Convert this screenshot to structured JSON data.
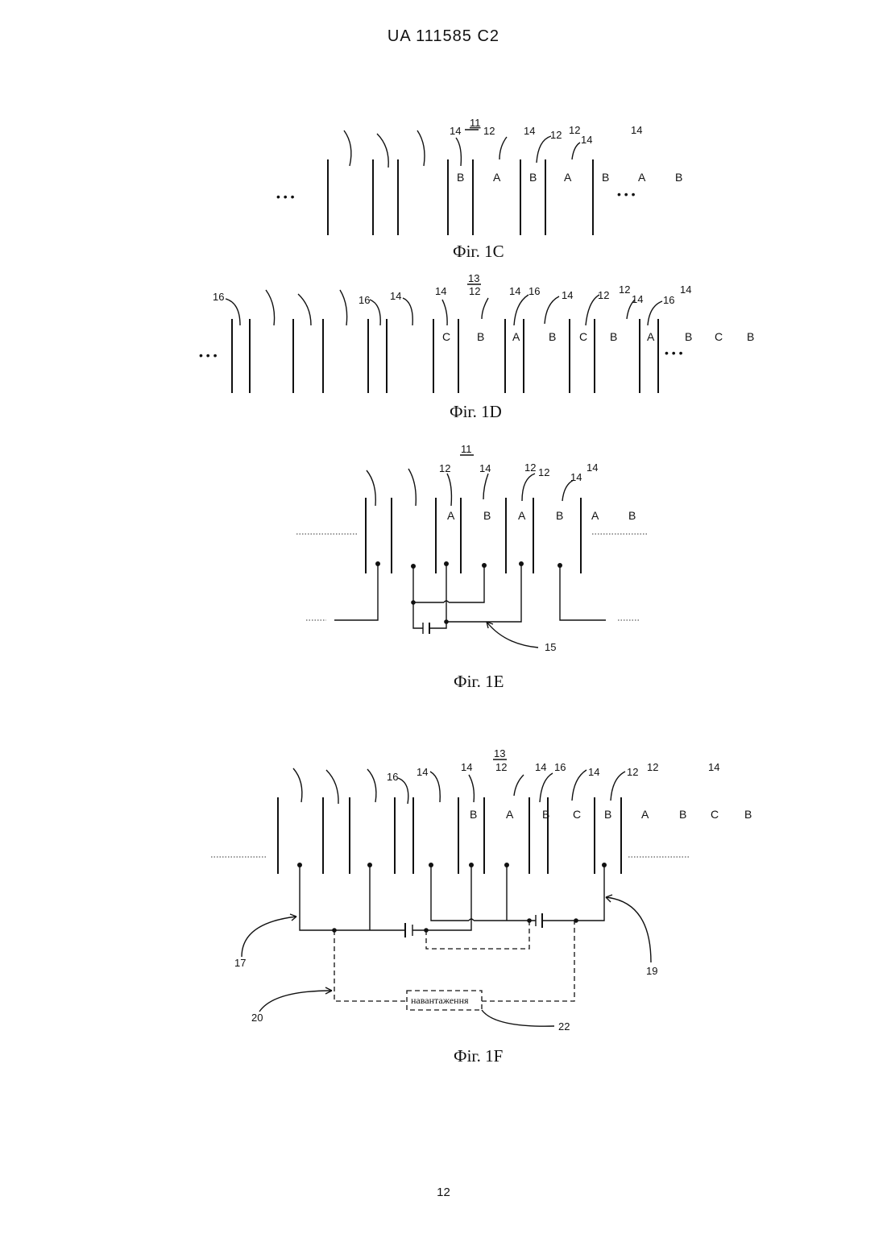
{
  "header": {
    "patent_number": "UA   111585   C2"
  },
  "page_number": "12",
  "figures": {
    "fig1c": {
      "caption": "Фіг. 1C",
      "ref_underlined": "11",
      "labels": [
        "14",
        "12",
        "14",
        "12",
        "12",
        "14",
        "14"
      ],
      "layer_letters": [
        "B",
        "A",
        "B",
        "A",
        "B",
        "A",
        "B"
      ],
      "ellipsis_left": "• • •",
      "ellipsis_right": "• • •"
    },
    "fig1d": {
      "caption": "Фіг. 1D",
      "ref_underlined": "13",
      "labels": [
        "16",
        "16",
        "14",
        "14",
        "12",
        "14",
        "16",
        "14",
        "12",
        "12",
        "14",
        "16",
        "14"
      ],
      "layer_letters": [
        "C",
        "B",
        "A",
        "B",
        "C",
        "B",
        "A",
        "B",
        "C",
        "B"
      ],
      "ellipsis_left": "• • •",
      "ellipsis_right": "• • •"
    },
    "fig1e": {
      "caption": "Фіг. 1E",
      "ref_underlined": "11",
      "labels": [
        "12",
        "14",
        "12",
        "12",
        "14",
        "14",
        "15"
      ],
      "layer_letters": [
        "A",
        "B",
        "A",
        "B",
        "A",
        "B"
      ]
    },
    "fig1f": {
      "caption": "Фіг. 1F",
      "ref_underlined": "13",
      "labels": [
        "16",
        "14",
        "14",
        "12",
        "14",
        "16",
        "14",
        "12",
        "12",
        "14",
        "17",
        "19",
        "20",
        "22"
      ],
      "layer_letters": [
        "B",
        "A",
        "B",
        "C",
        "B",
        "A",
        "B",
        "C",
        "B"
      ],
      "load_label": "навантаження"
    }
  }
}
